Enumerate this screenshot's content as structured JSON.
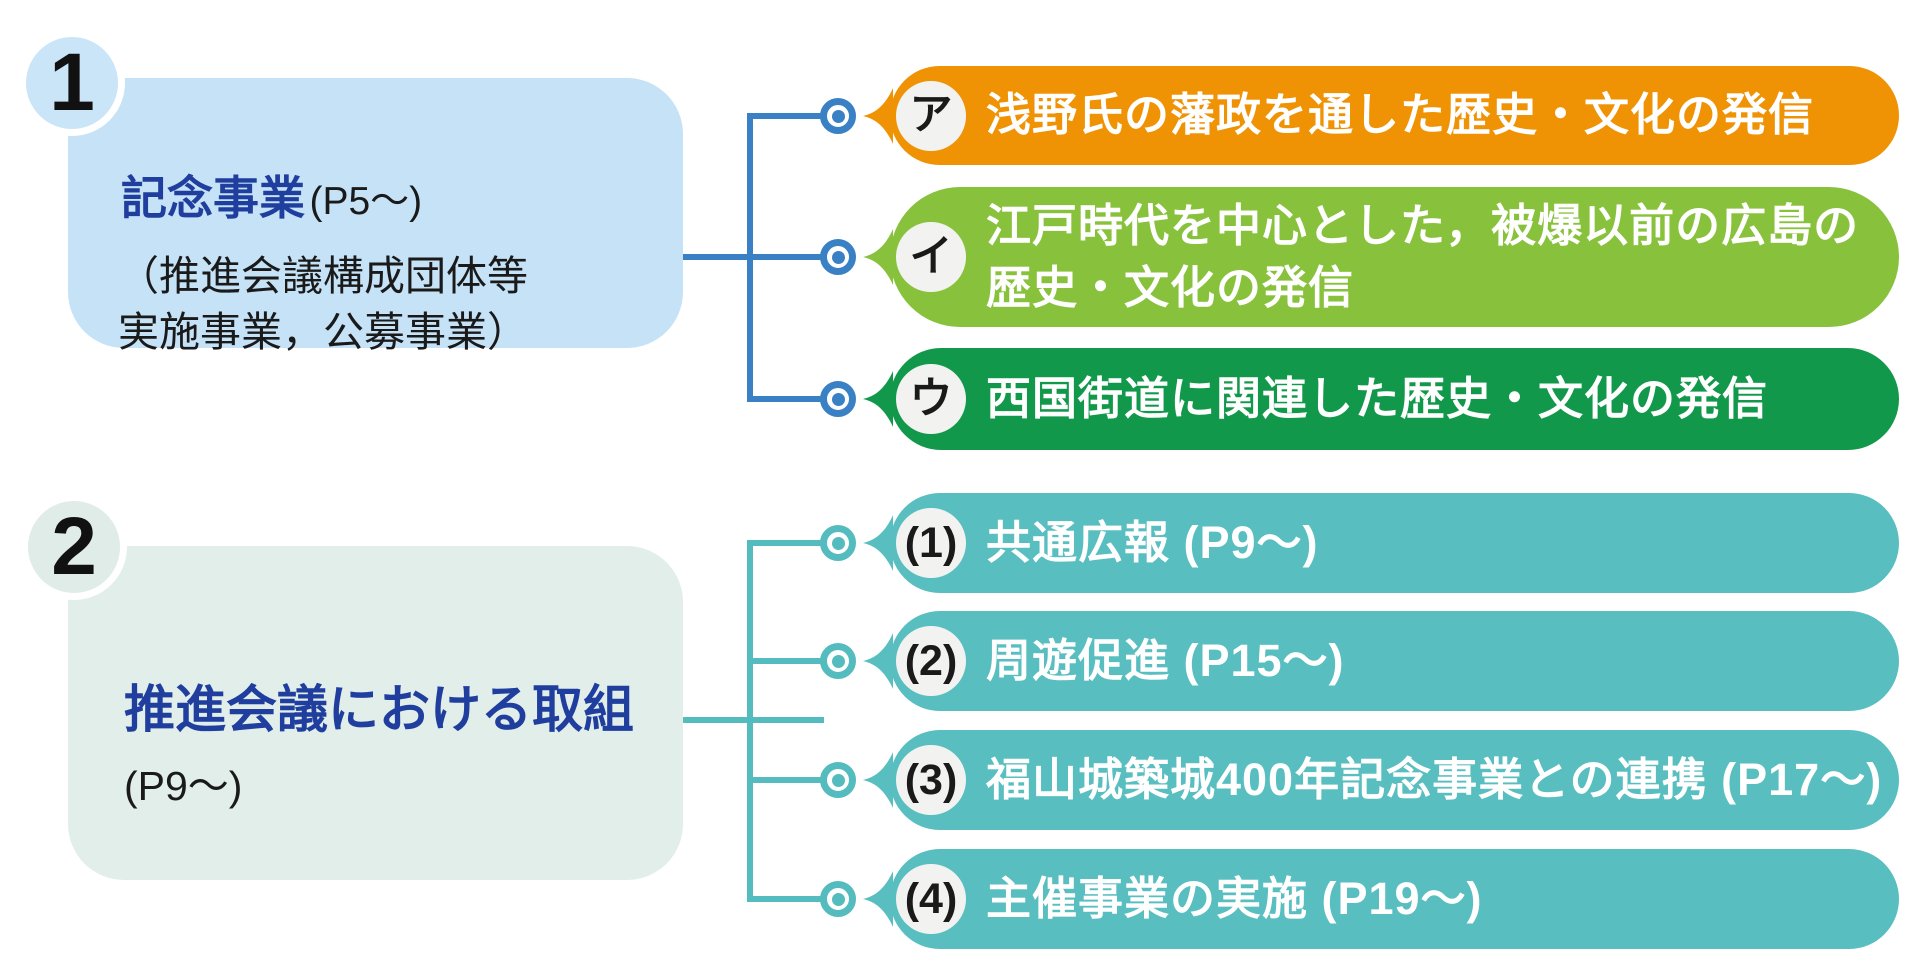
{
  "diagram": {
    "sections": [
      {
        "number": "1",
        "title": "記念事業",
        "title_page": "(P5～)",
        "subtitle_line1": "（推進会議構成団体等",
        "subtitle_line2": "実施事業，公募事業）",
        "box_color": "#c6e2f7",
        "connector_color": "#3a80c4",
        "title_color": "#1f3e9e",
        "items": [
          {
            "label": "ア",
            "text": "浅野氏の藩政を通した歴史・文化の発信",
            "color": "#ef9305"
          },
          {
            "label": "イ",
            "text": "江戸時代を中心とした，被爆以前の広島の\n歴史・文化の発信",
            "color": "#88c23c"
          },
          {
            "label": "ウ",
            "text": "西国街道に関連した歴史・文化の発信",
            "color": "#12984a"
          }
        ]
      },
      {
        "number": "2",
        "title": "推進会議における取組",
        "title_page": "(P9～)",
        "box_color": "#e2eeea",
        "connector_color": "#54bcbe",
        "title_color": "#1f3e9e",
        "items": [
          {
            "label": "(1)",
            "text": "共通広報 (P9～)",
            "color": "#58bec0"
          },
          {
            "label": "(2)",
            "text": "周遊促進 (P15～)",
            "color": "#58bec0"
          },
          {
            "label": "(3)",
            "text": "福山城築城400年記念事業との連携 (P17～)",
            "color": "#58bec0"
          },
          {
            "label": "(4)",
            "text": "主催事業の実施 (P19～)",
            "color": "#58bec0"
          }
        ]
      }
    ]
  }
}
